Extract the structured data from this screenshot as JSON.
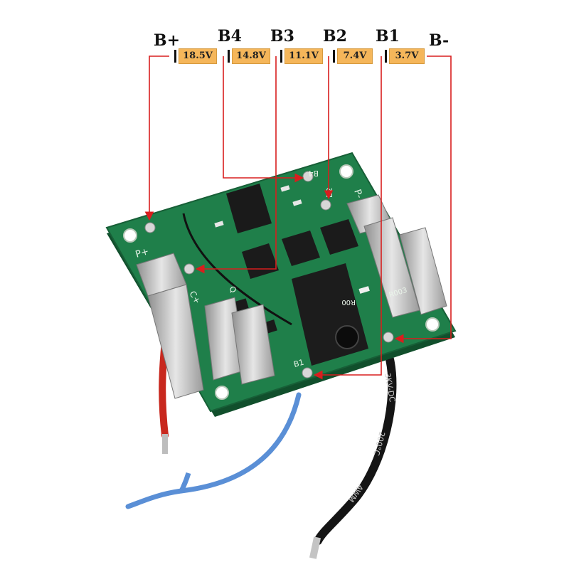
{
  "nodes": [
    "B+",
    "B4",
    "B3",
    "B2",
    "B1",
    "B-"
  ],
  "cells": [
    "18.5V",
    "14.8V",
    "11.1V",
    "7.4V",
    "3.7V"
  ],
  "board": {
    "silkscreen": {
      "p_plus": "P+",
      "p_minus": "P-",
      "b4": "B4",
      "b2": "B2",
      "b1": "B1",
      "c_plus": "C+",
      "q": "Q",
      "r00": "R00",
      "r003": "R003"
    },
    "cable_print": [
      "3KV-DC",
      "200°C",
      "AWM"
    ]
  },
  "colors": {
    "wire": "#d81e1e",
    "battery_label": "#f5b65a",
    "pcb": "#1f7f4a",
    "red_lead": "#c8281e",
    "blue_lead": "#5a8fd6",
    "black_lead": "#151515"
  }
}
